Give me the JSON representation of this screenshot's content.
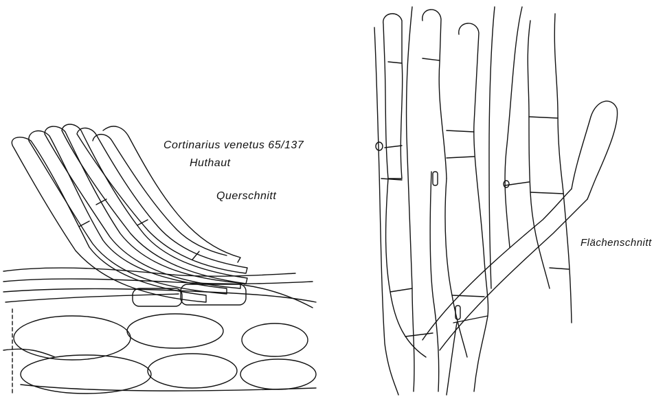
{
  "labels": {
    "species": "Cortinarius venetus  65/137",
    "tissue": "Huthaut",
    "cross_section": "Querschnitt",
    "surface_section": "Flächenschnitt"
  },
  "colors": {
    "ink": "#111111",
    "paper": "#ffffff"
  }
}
